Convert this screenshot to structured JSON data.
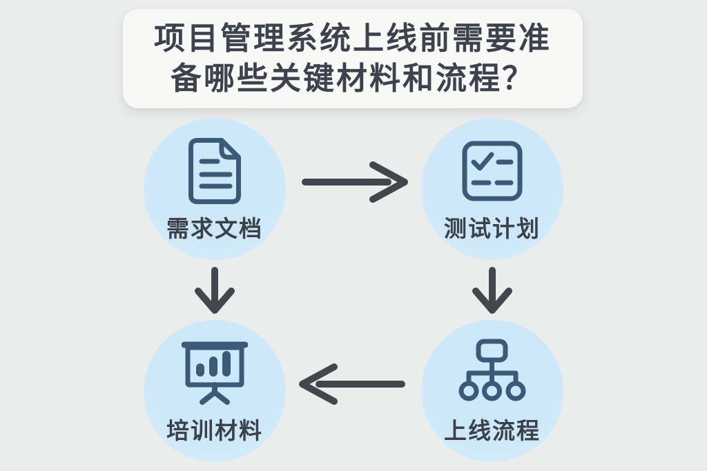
{
  "title": {
    "line1": "项目管理系统上线前需要准",
    "line2": "备哪些关键材料和流程？",
    "full_text": "项目管理系统上线前需要准备哪些关键材料和流程？"
  },
  "nodes": [
    {
      "label": "需求文档",
      "icon": "document-icon",
      "position": "top-left"
    },
    {
      "label": "测试计划",
      "icon": "checklist-icon",
      "position": "top-right"
    },
    {
      "label": "上线流程",
      "icon": "org-hierarchy-icon",
      "position": "bottom-right"
    },
    {
      "label": "培训材料",
      "icon": "presentation-chart-icon",
      "position": "bottom-left"
    }
  ],
  "flow": [
    {
      "from": "需求文档",
      "to": "测试计划",
      "direction": "right"
    },
    {
      "from": "测试计划",
      "to": "上线流程",
      "direction": "down"
    },
    {
      "from": "上线流程",
      "to": "培训材料",
      "direction": "left"
    },
    {
      "from": "需求文档",
      "to": "培训材料",
      "direction": "down"
    }
  ],
  "colors": {
    "background": "#ebecec",
    "card_bg": "#f8f8f7",
    "title_text": "#3d434c",
    "circle_fill": "#d2eafa",
    "icon_stroke": "#3a5a78",
    "icon_fill": "#e3f2fc",
    "arrow": "#42474e",
    "label_text": "#3a4148"
  }
}
